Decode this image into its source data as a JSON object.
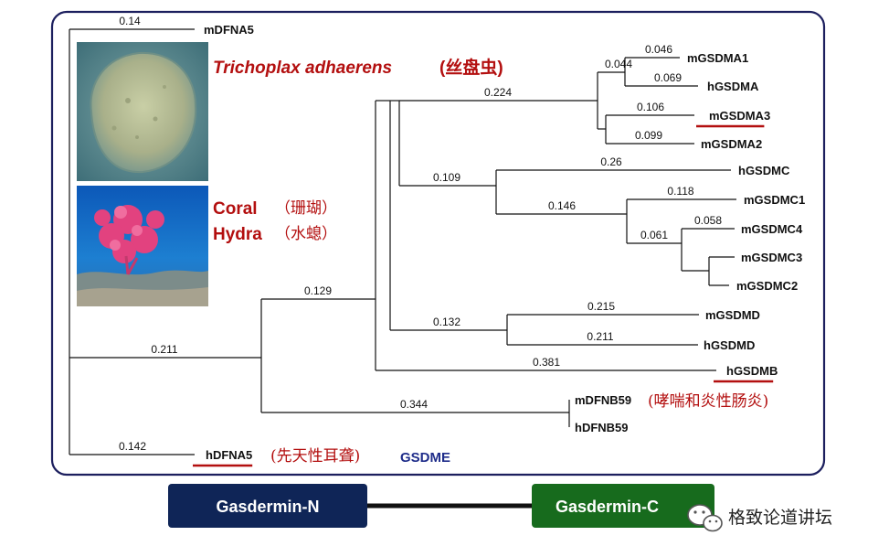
{
  "tree": {
    "leaves": [
      {
        "id": "mDFNA5",
        "label": "mDFNA5",
        "underline": false
      },
      {
        "id": "mGSDMA1",
        "label": "mGSDMA1",
        "underline": false
      },
      {
        "id": "hGSDMA",
        "label": "hGSDMA",
        "underline": false
      },
      {
        "id": "mGSDMA3",
        "label": "mGSDMA3",
        "underline": true
      },
      {
        "id": "mGSDMA2",
        "label": "mGSDMA2",
        "underline": false
      },
      {
        "id": "hGSDMC",
        "label": "hGSDMC",
        "underline": false
      },
      {
        "id": "mGSDMC1",
        "label": "mGSDMC1",
        "underline": false
      },
      {
        "id": "mGSDMC4",
        "label": "mGSDMC4",
        "underline": false
      },
      {
        "id": "mGSDMC3",
        "label": "mGSDMC3",
        "underline": false
      },
      {
        "id": "mGSDMC2",
        "label": "mGSDMC2",
        "underline": false
      },
      {
        "id": "mGSDMD",
        "label": "mGSDMD",
        "underline": false
      },
      {
        "id": "hGSDMD",
        "label": "hGSDMD",
        "underline": false
      },
      {
        "id": "hGSDMB",
        "label": "hGSDMB",
        "underline": true
      },
      {
        "id": "mDFNB59",
        "label": "mDFNB59",
        "underline": false
      },
      {
        "id": "hDFNB59",
        "label": "hDFNB59",
        "underline": false
      },
      {
        "id": "hDFNA5",
        "label": "hDFNA5",
        "underline": true
      }
    ],
    "branch_lengths": [
      {
        "id": "mDFNA5",
        "value": "0.14"
      },
      {
        "id": "mGSDMA1",
        "value": "0.046"
      },
      {
        "id": "cladeA1",
        "value": "0.044"
      },
      {
        "id": "hGSDMA",
        "value": "0.069"
      },
      {
        "id": "cladeA",
        "value": "0.224"
      },
      {
        "id": "mGSDMA3",
        "value": "0.106"
      },
      {
        "id": "mGSDMA2",
        "value": "0.099"
      },
      {
        "id": "hGSDMC",
        "value": "0.26"
      },
      {
        "id": "cladeAC",
        "value": "0.109"
      },
      {
        "id": "mGSDMC1",
        "value": "0.118"
      },
      {
        "id": "cladeC",
        "value": "0.146"
      },
      {
        "id": "mGSDMC4",
        "value": "0.058"
      },
      {
        "id": "cladeC34",
        "value": "0.061"
      },
      {
        "id": "cladeGSDM",
        "value": "0.129"
      },
      {
        "id": "mGSDMD",
        "value": "0.215"
      },
      {
        "id": "cladeD",
        "value": "0.132"
      },
      {
        "id": "hGSDMD",
        "value": "0.211"
      },
      {
        "id": "cladeMain",
        "value": "0.211"
      },
      {
        "id": "hGSDMB",
        "value": "0.381"
      },
      {
        "id": "cladeDFNB59",
        "value": "0.344"
      },
      {
        "id": "hDFNA5",
        "value": "0.142"
      }
    ]
  },
  "annotations": {
    "trichoplax_latin": "Trichoplax adhaerens",
    "trichoplax_cn": "(丝盘虫)",
    "coral": "Coral",
    "coral_cn": "（珊瑚）",
    "hydra": "Hydra",
    "hydra_cn": "（水螅）",
    "dfnb59_note": "(哮喘和炎性肠炎)",
    "hdfna5_note": "(先天性耳聋)",
    "gsdme": "GSDME"
  },
  "images": {
    "trichoplax": "trichoplax-photo",
    "coral": "coral-photo"
  },
  "domains": {
    "n_label": "Gasdermin-N",
    "c_label": "Gasdermin-C",
    "n_color": "#0f2557",
    "c_color": "#176b1d"
  },
  "watermark": {
    "text": "格致论道讲坛",
    "icon": "wechat-icon"
  },
  "colors": {
    "frame": "#1c1f5e",
    "annotation_red": "#b30f0f",
    "underline_red": "#b30f0f",
    "gsdme_blue": "#1f2d8a"
  }
}
